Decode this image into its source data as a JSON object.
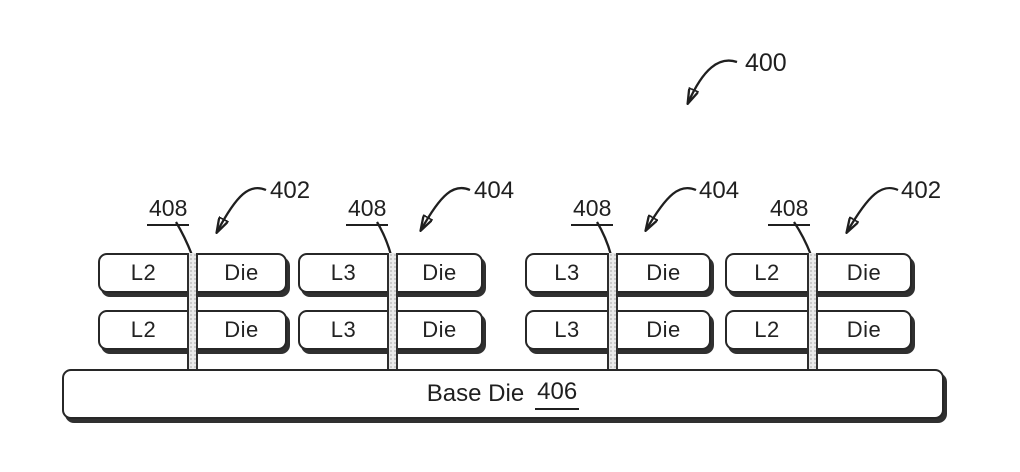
{
  "figure": {
    "ref": "400",
    "groups": [
      {
        "ref": "402",
        "tsv_ref": "408",
        "rows": [
          {
            "left": "L2",
            "right": "Die"
          },
          {
            "left": "L2",
            "right": "Die"
          }
        ]
      },
      {
        "ref": "404",
        "tsv_ref": "408",
        "rows": [
          {
            "left": "L3",
            "right": "Die"
          },
          {
            "left": "L3",
            "right": "Die"
          }
        ]
      },
      {
        "ref": "404",
        "tsv_ref": "408",
        "rows": [
          {
            "left": "L3",
            "right": "Die"
          },
          {
            "left": "L3",
            "right": "Die"
          }
        ]
      },
      {
        "ref": "402",
        "tsv_ref": "408",
        "rows": [
          {
            "left": "L2",
            "right": "Die"
          },
          {
            "left": "L2",
            "right": "Die"
          }
        ]
      }
    ],
    "base_die": {
      "label": "Base Die",
      "ref": "406"
    },
    "colors": {
      "ink": "#1f1f1f",
      "tsv_fill": "#e9e9e9",
      "background": "#ffffff"
    }
  }
}
